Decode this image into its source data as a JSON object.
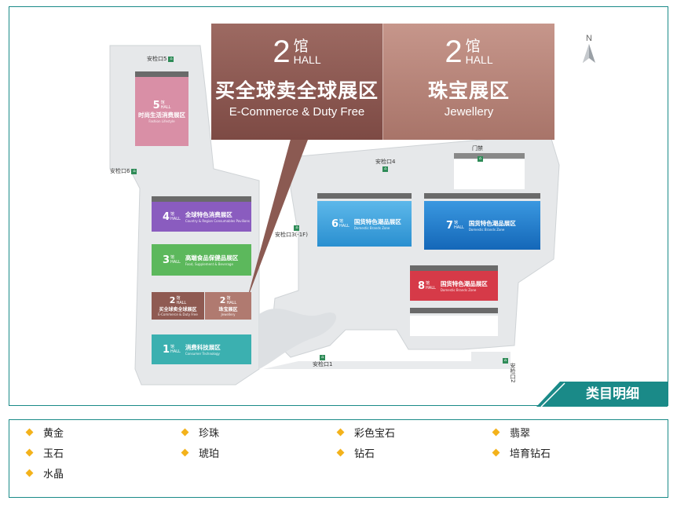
{
  "legend_title": "类目明细",
  "compass_label": "N",
  "callout": {
    "left": {
      "num": "2",
      "guan": "馆",
      "hall": "HALL",
      "zh": "买全球卖全球展区",
      "en": "E-Commerce & Duty Free"
    },
    "right": {
      "num": "2",
      "guan": "馆",
      "hall": "HALL",
      "zh": "珠宝展区",
      "en": "Jewellery"
    }
  },
  "halls": {
    "h5": {
      "num": "5",
      "guan": "馆",
      "hall": "HALL",
      "zh": "时尚生活消费展区",
      "en": "Fashion Lifestyle",
      "color": "#d98fa6"
    },
    "h4": {
      "num": "4",
      "guan": "馆",
      "hall": "HALL",
      "zh": "全球特色消费展区",
      "en": "Country & Region Consumables Pavilions",
      "color": "#8a5cbf"
    },
    "h3": {
      "num": "3",
      "guan": "馆",
      "hall": "HALL",
      "zh": "高端食品保健品展区",
      "en": "Food, Supplement & Beverage",
      "color": "#5cb85c"
    },
    "h2a": {
      "num": "2",
      "guan": "馆",
      "hall": "HALL",
      "zh": "买全球卖全球展区",
      "en": "E-Commerce & Duty Free",
      "color": "#8f5a52"
    },
    "h2b": {
      "num": "2",
      "guan": "馆",
      "hall": "HALL",
      "zh": "珠宝展区",
      "en": "Jewellery",
      "color": "#b07a70"
    },
    "h1": {
      "num": "1",
      "guan": "馆",
      "hall": "HALL",
      "zh": "消费科技展区",
      "en": "Consumer Technology",
      "color": "#3bb0b0"
    },
    "h6": {
      "num": "6",
      "guan": "馆",
      "hall": "HALL",
      "zh": "国货特色潮品展区",
      "en": "Domestic Brands Zone",
      "color": "#3aa0dc"
    },
    "h7": {
      "num": "7",
      "guan": "馆",
      "hall": "HALL",
      "zh": "国货特色潮品展区",
      "en": "Domestic Brands Zone",
      "color": "#1e7fd0"
    },
    "h8": {
      "num": "8",
      "guan": "馆",
      "hall": "HALL",
      "zh": "国货特色潮品展区",
      "en": "Domestic Brands Zone",
      "color": "#d63a48"
    }
  },
  "gates": {
    "g5": "安检口5",
    "g6": "安检口6",
    "g4": "安检口4",
    "gmen": "门禁",
    "g3": "安检口3(-1F)",
    "g1": "安检口1",
    "g2": "安检口2"
  },
  "categories": [
    "黄金",
    "珍珠",
    "彩色宝石",
    "翡翠",
    "玉石",
    "琥珀",
    "钻石",
    "培育钻石",
    "水晶"
  ]
}
